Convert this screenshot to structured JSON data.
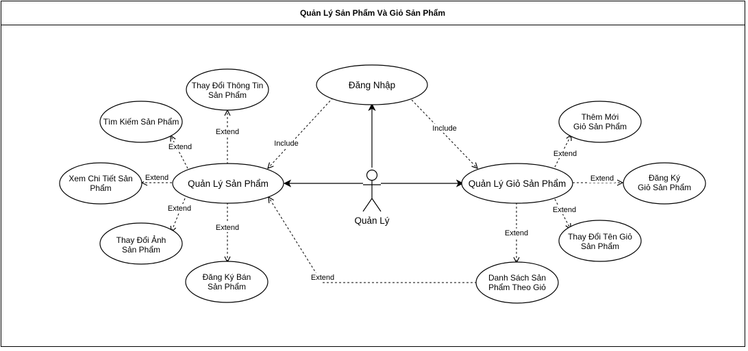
{
  "title": "Quản Lý Sản Phẩm Và Giỏ Sản Phẩm",
  "actor": {
    "label": "Quản Lý"
  },
  "use_cases": {
    "login": [
      "Đăng Nhập"
    ],
    "manage_product": [
      "Quản Lý Sản Phẩm"
    ],
    "manage_cart": [
      "Quản Lý Giỏ Sản Phẩm"
    ],
    "search_product": [
      "Tìm Kiếm Sản Phẩm"
    ],
    "change_info": [
      "Thay Đổi Thông Tin",
      "Sản Phẩm"
    ],
    "view_detail": [
      "Xem Chi Tiết Sản",
      "Phẩm"
    ],
    "change_image": [
      "Thay Đổi Ảnh",
      "Sản Phẩm"
    ],
    "register_sale": [
      "Đăng Ký Bán",
      "Sản Phẩm"
    ],
    "add_cart": [
      "Thêm Mới",
      "Giỏ Sản Phẩm"
    ],
    "register_cart": [
      "Đăng Ký",
      "Giỏ Sản Phẩm"
    ],
    "rename_cart": [
      "Thay Đổi Tên Giỏ",
      "Sản Phẩm"
    ],
    "list_by_cart": [
      "Danh Sách Sản",
      "Phẩm Theo Giỏ"
    ]
  },
  "relations": {
    "include_left": "Include",
    "include_right": "Include",
    "ext_search": "Extend",
    "ext_info": "Extend",
    "ext_detail": "Extend",
    "ext_image": "Extend",
    "ext_sale": "Extend",
    "ext_add_cart": "Extend",
    "ext_register_cart": "Extend",
    "ext_rename_cart": "Extend",
    "ext_list_cart": "Extend",
    "ext_list_to_product": "Extend"
  }
}
